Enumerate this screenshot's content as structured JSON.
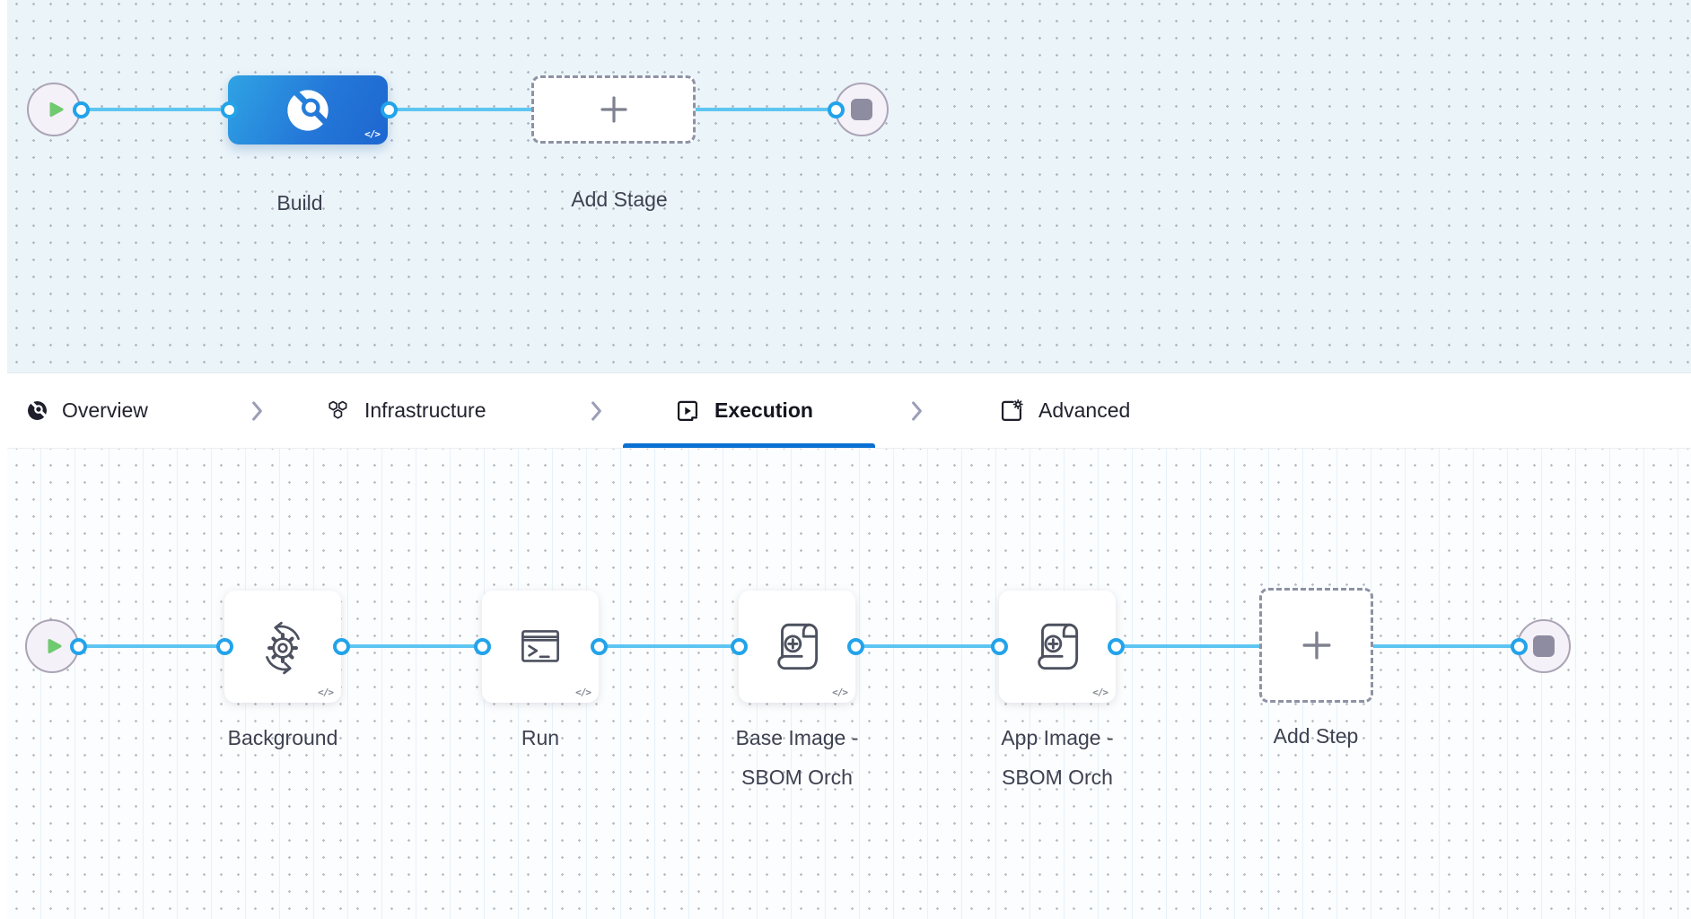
{
  "stage_canvas": {
    "build_label": "Build",
    "add_stage_label": "Add Stage",
    "code_glyph": "</>"
  },
  "pipeline_tabs": {
    "overview": "Overview",
    "infrastructure": "Infrastructure",
    "execution": "Execution",
    "advanced": "Advanced",
    "active_tab": "Execution"
  },
  "execution_canvas": {
    "steps": [
      {
        "label": "Background",
        "icon": "sync-gear-icon"
      },
      {
        "label": "Run",
        "icon": "terminal-icon"
      },
      {
        "label": "Base Image - SBOM Orch",
        "icon": "scroll-plus-icon"
      },
      {
        "label": "App Image - SBOM Orch",
        "icon": "scroll-plus-icon"
      }
    ],
    "add_step_label": "Add Step",
    "code_glyph": "</>"
  },
  "colors": {
    "accent_blue": "#0a70d2",
    "connector_line": "#5ec5f2",
    "connector_ring": "#22a3ea",
    "stage_gradient_start": "#2fa3e4",
    "stage_gradient_end": "#1d66d0",
    "play_green": "#6fca70",
    "stop_gray": "#8e8ca1",
    "canvas_top_bg": "#ebf4f9",
    "canvas_bottom_bg": "#fbfdfe"
  }
}
